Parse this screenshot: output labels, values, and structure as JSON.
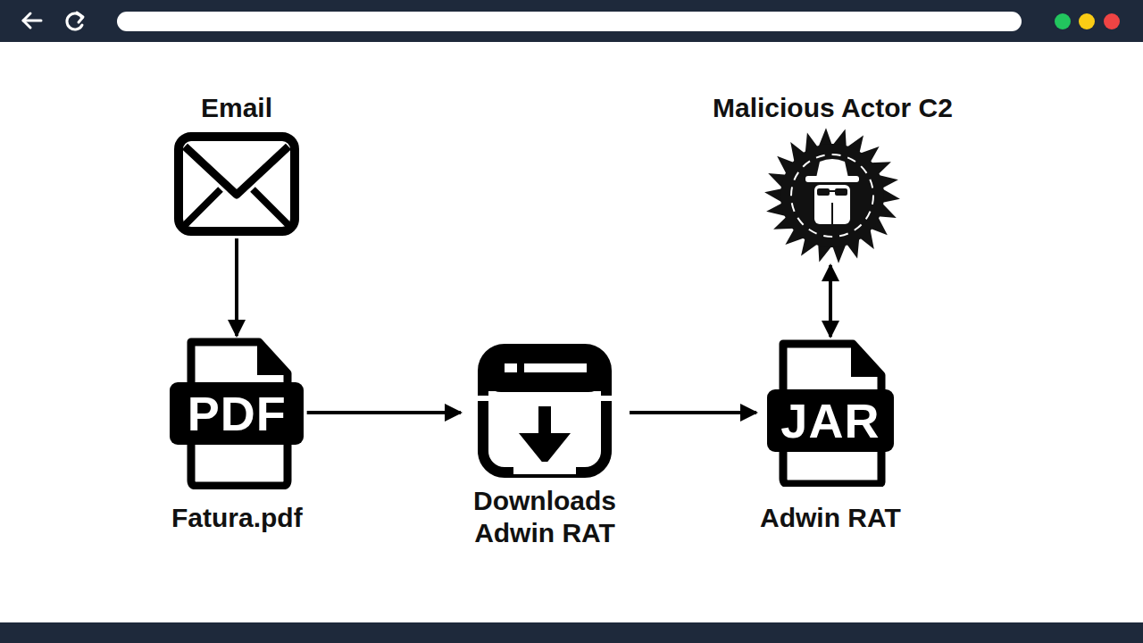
{
  "diagram": {
    "nodes": [
      {
        "text": [
          "Email"
        ]
      },
      {
        "text": [
          "PDF",
          "Fatura.pdf"
        ]
      },
      {
        "text": [
          "Downloads Adwin RAT"
        ]
      },
      {
        "text": [
          "JAR",
          "Adwin RAT"
        ]
      },
      {
        "text": [
          "Malicious Actor C2"
        ]
      }
    ],
    "edges": [
      {
        "from": 0,
        "to": 1,
        "arrow": "to"
      },
      {
        "from": 1,
        "to": 2,
        "arrow": "to"
      },
      {
        "from": 2,
        "to": 3,
        "arrow": "to"
      },
      {
        "from": 3,
        "to": 4,
        "arrow": "both"
      }
    ]
  }
}
